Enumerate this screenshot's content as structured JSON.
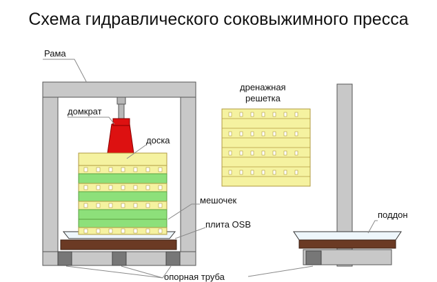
{
  "title": "Схема гидравлического соковыжимного пресса",
  "labels": {
    "frame": "Рама",
    "jack": "домкрат",
    "board": "доска",
    "drain_grid_line1": "дренажная",
    "drain_grid_line2": "решетка",
    "bag": "мешочек",
    "osb_plate": "плита OSB",
    "tray": "поддон",
    "support_pipe": "опорная труба"
  },
  "colors": {
    "frame": "#c8c8c8",
    "frame_stroke": "#555555",
    "jack": "#dd1111",
    "board": "#f5f2a0",
    "board_stroke": "#b09a40",
    "bag": "#8de07a",
    "osb": "#6b3a24",
    "leader": "#888888"
  }
}
